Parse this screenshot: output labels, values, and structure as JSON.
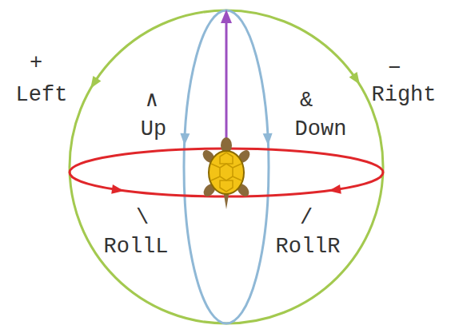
{
  "diagram": {
    "labels": [
      "+",
      "Left",
      "∧",
      "Up",
      "&",
      "Down",
      "−",
      "Right",
      "\\",
      "RollL",
      "/",
      "RollR"
    ]
  }
}
